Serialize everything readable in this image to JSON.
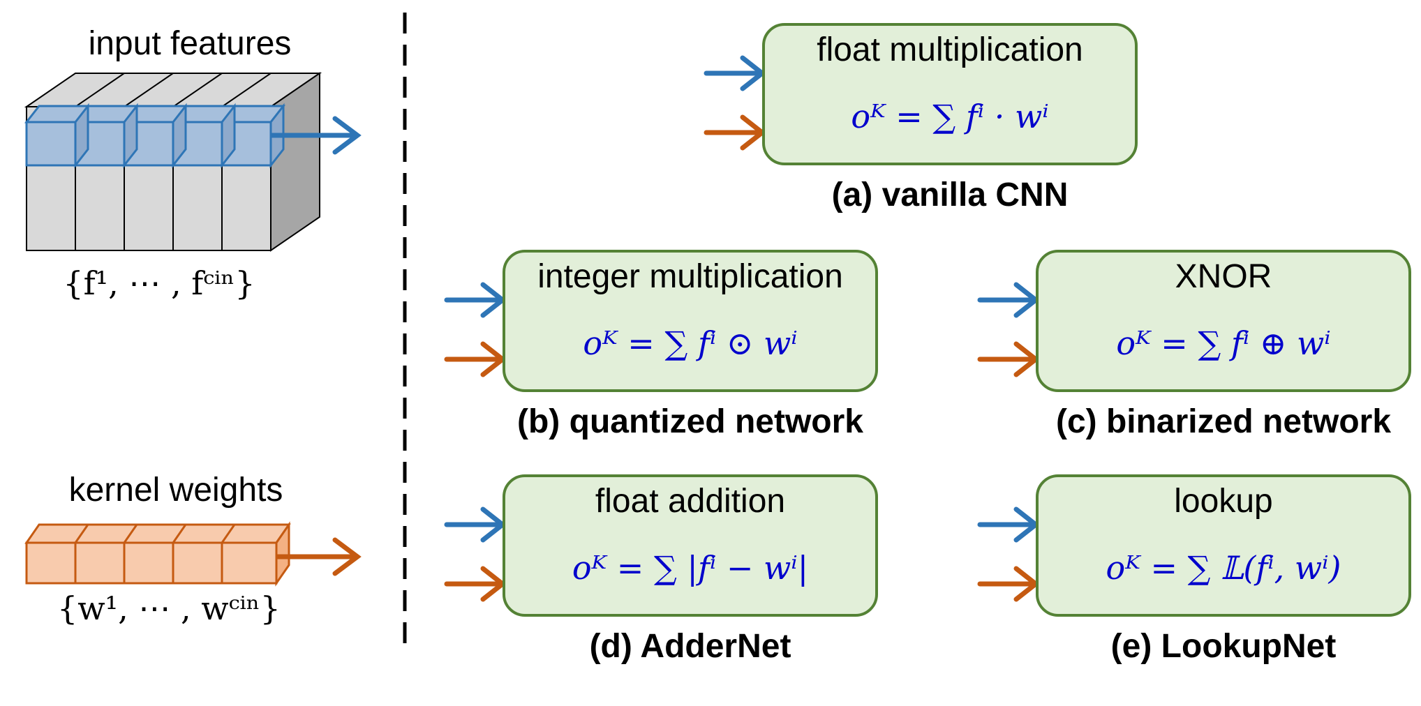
{
  "left_panel": {
    "input_title": "input features",
    "input_set_label": "{f¹, ⋯ , fᶜⁱⁿ}",
    "kernel_title": "kernel weights",
    "kernel_set_label": "{w¹, ⋯ , wᶜⁱⁿ}"
  },
  "colors": {
    "feature_arrow": "#2e75b6",
    "weight_arrow": "#c55a11",
    "box_fill": "#e2efd9",
    "box_border": "#548235",
    "formula_text": "#0000cc",
    "input_block": "#d9d9d9",
    "highlight": "#a6bfdc",
    "kernel_fill": "#f8cbad"
  },
  "operations": [
    {
      "id": "a",
      "name": "float multiplication",
      "formula": "oᴷ = ∑ fⁱ · wⁱ",
      "caption": "(a) vanilla CNN"
    },
    {
      "id": "b",
      "name": "integer multiplication",
      "formula": "oᴷ = ∑ fⁱ ⊙ wⁱ",
      "caption": "(b) quantized network"
    },
    {
      "id": "c",
      "name": "XNOR",
      "formula": "oᴷ = ∑ fⁱ ⊕ wⁱ",
      "caption": "(c) binarized network"
    },
    {
      "id": "d",
      "name": "float addition",
      "formula": "oᴷ = ∑ |fⁱ − wⁱ|",
      "caption": "(d) AdderNet"
    },
    {
      "id": "e",
      "name": "lookup",
      "formula": "oᴷ = ∑ 𝕃(fⁱ, wⁱ)",
      "caption": "(e) LookupNet"
    }
  ]
}
